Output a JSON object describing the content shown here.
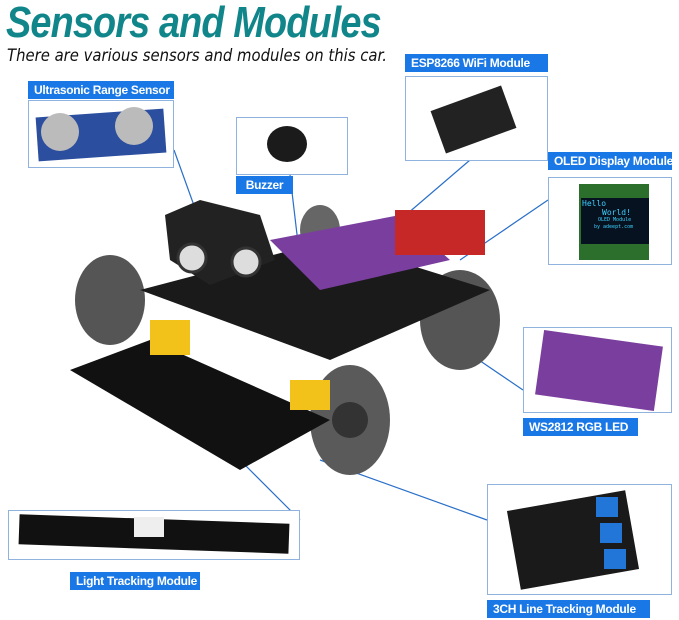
{
  "title": "Sensors and Modules",
  "subtitle": "There are various sensors and modules on this car.",
  "labels": {
    "esp": "ESP8266 WiFi Module",
    "ultrasonic": "Ultrasonic Range Sensor",
    "buzzer": "Buzzer",
    "oled": "OLED Display Module",
    "ws2812": "WS2812 RGB LED",
    "light": "Light Tracking Module",
    "line": "3CH Line Tracking Module"
  },
  "oled_screen": {
    "line1": "Hello",
    "line2": "World!",
    "line3": "OLED Module",
    "line4": "by adeept.com"
  },
  "colors": {
    "title": "#11868a",
    "label_bg": "#1a78e6",
    "leader": "#2a6fc9"
  }
}
